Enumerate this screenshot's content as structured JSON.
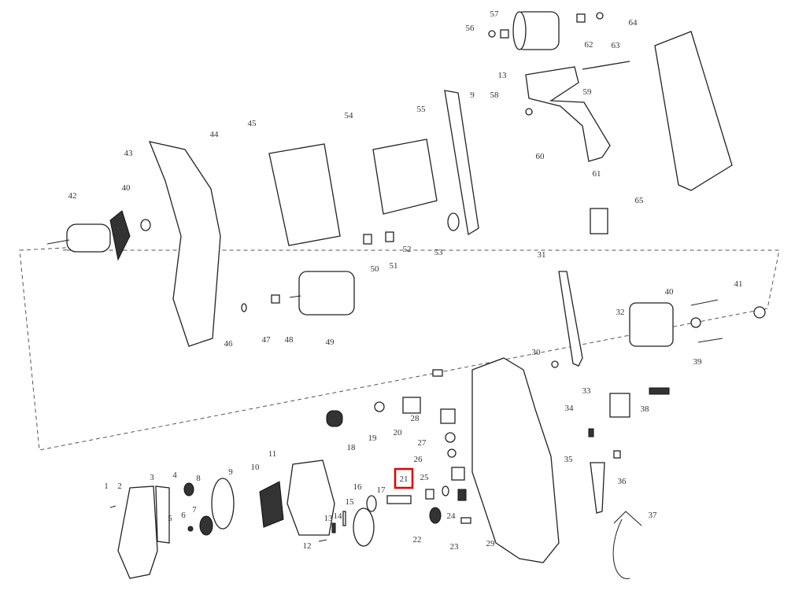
{
  "title": "Belt sander exploded parts diagram",
  "highlight_color": "#e00000",
  "highlighted_label": "21",
  "labels": [
    "57",
    "56",
    "62",
    "64",
    "63",
    "13",
    "58",
    "59",
    "60",
    "61",
    "9",
    "55",
    "54",
    "45",
    "44",
    "43",
    "42",
    "40",
    "50",
    "51",
    "52",
    "53",
    "65",
    "31",
    "41",
    "40",
    "32",
    "39",
    "30",
    "33",
    "38",
    "34",
    "35",
    "36",
    "37",
    "29",
    "23",
    "22",
    "24",
    "25",
    "26",
    "27",
    "28",
    "20",
    "19",
    "18",
    "21",
    "17",
    "16",
    "15",
    "14",
    "13",
    "12",
    "11",
    "10",
    "9",
    "8",
    "7",
    "6",
    "5",
    "4",
    "3",
    "2",
    "1",
    "46",
    "47",
    "48",
    "49"
  ]
}
